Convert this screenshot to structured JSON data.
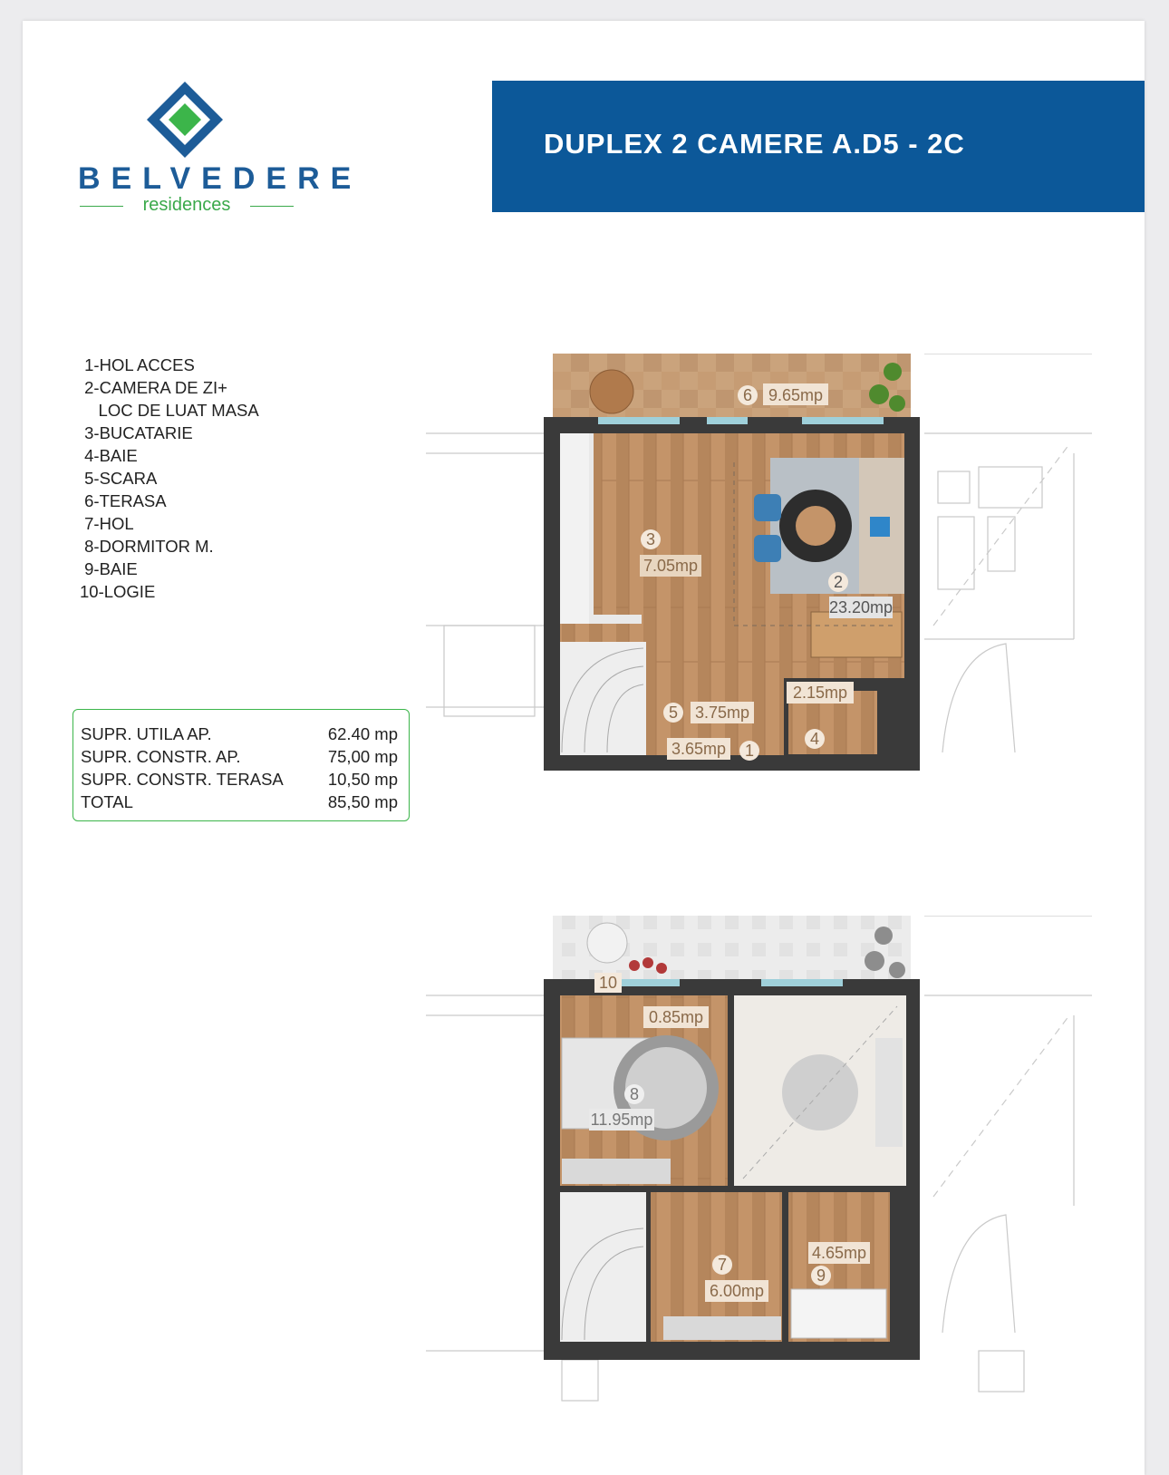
{
  "brand": {
    "name": "BELVEDERE",
    "subtitle": "residences"
  },
  "title": "DUPLEX 2 CAMERE A.D5 - 2C",
  "legend": [
    " 1-HOL ACCES",
    " 2-CAMERA DE ZI+",
    "    LOC DE LUAT MASA",
    " 3-BUCATARIE",
    " 4-BAIE",
    " 5-SCARA",
    " 6-TERASA",
    " 7-HOL",
    " 8-DORMITOR M.",
    " 9-BAIE",
    "10-LOGIE"
  ],
  "areas": [
    {
      "label": "SUPR. UTILA AP.",
      "value": "62.40 mp"
    },
    {
      "label": "SUPR. CONSTR. AP.",
      "value": "75,00 mp"
    },
    {
      "label": "SUPR. CONSTR. TERASA",
      "value": "10,50 mp"
    },
    {
      "label": "TOTAL",
      "value": "85,50 mp"
    }
  ],
  "ground_floor": {
    "rooms": [
      {
        "num": "6",
        "area": "9.65mp"
      },
      {
        "num": "3",
        "area": "7.05mp"
      },
      {
        "num": "2",
        "area": "23.20mp"
      },
      {
        "num": "",
        "area": "2.15mp"
      },
      {
        "num": "5",
        "area": "3.75mp"
      },
      {
        "num": "4",
        "area": ""
      },
      {
        "num": "1",
        "area": "3.65mp"
      }
    ]
  },
  "upper_floor": {
    "rooms": [
      {
        "num": "10",
        "area": ""
      },
      {
        "num": "",
        "area": "0.85mp"
      },
      {
        "num": "8",
        "area": "11.95mp"
      },
      {
        "num": "7",
        "area": "6.00mp"
      },
      {
        "num": "9",
        "area": "4.65mp"
      }
    ]
  },
  "colors": {
    "brand_blue": "#0c5899",
    "brand_green": "#3cb54a",
    "wall": "#3a3a3a",
    "wood": "#b8865a"
  }
}
